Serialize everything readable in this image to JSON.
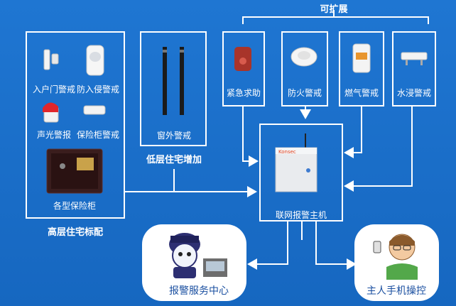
{
  "top_label": "可扩展",
  "standard_group": {
    "caption": "高层住宅标配",
    "items": [
      {
        "label": "入户门警戒",
        "icon": "door-sensor-icon"
      },
      {
        "label": "防入侵警戒",
        "icon": "pir-sensor-icon"
      },
      {
        "label": "声光警报",
        "icon": "strobe-siren-icon"
      },
      {
        "label": "保险柜警戒",
        "icon": "vibration-sensor-icon"
      },
      {
        "label": "各型保险柜",
        "icon": "safe-box-icon"
      }
    ]
  },
  "window_group": {
    "caption": "低层住宅增加",
    "item": {
      "label": "窗外警戒",
      "icon": "infrared-beam-icon"
    }
  },
  "expand_items": [
    {
      "label": "紧急求助",
      "icon": "panic-button-icon"
    },
    {
      "label": "防火警戒",
      "icon": "smoke-detector-icon"
    },
    {
      "label": "燃气警戒",
      "icon": "gas-detector-icon"
    },
    {
      "label": "水浸警戒",
      "icon": "water-leak-icon"
    }
  ],
  "host": {
    "label": "联网报警主机",
    "brand": "Konsec",
    "icon": "alarm-host-icon"
  },
  "outputs": [
    {
      "label": "报警服务中心",
      "icon": "police-mascot-icon"
    },
    {
      "label": "主人手机操控",
      "icon": "owner-phone-icon"
    }
  ],
  "colors": {
    "background": "#1a6cc7",
    "line": "#ffffff",
    "pill_text": "#1a4fa0"
  }
}
